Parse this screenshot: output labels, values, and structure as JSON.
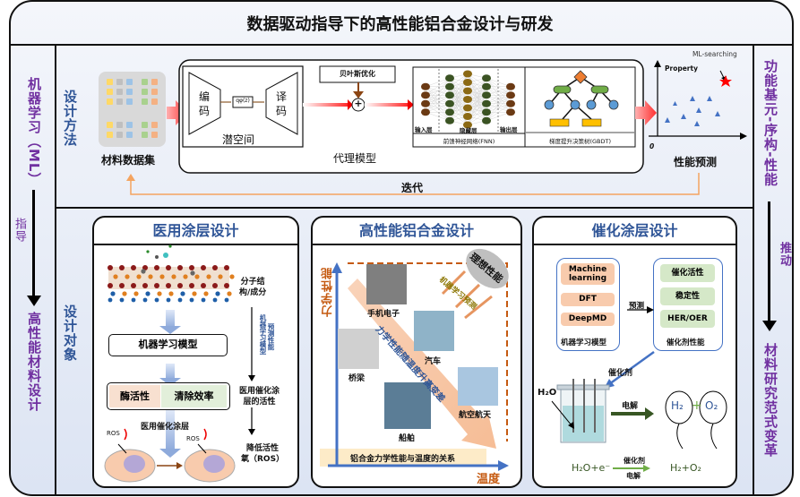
{
  "title": "数据驱动指导下的高性能铝合金设计与研发",
  "left": {
    "top": "机器学习（ML）",
    "arrow_label": "指导",
    "bottom": "高性能材料设计"
  },
  "right": {
    "top": "功能基元-序构-性能",
    "arrow_label": "推动",
    "bottom": "材料研究范式变革"
  },
  "sections": {
    "method": "设计方法",
    "object": "设计对象"
  },
  "method": {
    "dataset": "材料数据集",
    "encoder": "编码",
    "decoder": "译码",
    "latent_var": "qφ(z)",
    "latent_space": "潜空间",
    "bayes": "贝叶斯优化",
    "plus": "+",
    "surrogate": "代理模型",
    "fnn": {
      "input": "输入层",
      "hidden": "隐藏层",
      "output": "输出层",
      "name": "前馈神经网络(FNN)"
    },
    "gbdt": {
      "name": "梯度提升决策树(GBDT)"
    },
    "prediction": {
      "ylabel": "Property",
      "annotation": "ML-searching",
      "origin": "0",
      "label": "性能预测"
    },
    "iterate": "迭代"
  },
  "medical": {
    "title": "医用涂层设计",
    "ml_model": "机器学习模型",
    "enzyme": "酶活性",
    "clearance": "清除效率",
    "coating": "医用催化涂层",
    "ros": "ROS",
    "flow1": "分子结\n构/成分",
    "flow_side1": "机器学习模型",
    "flow_side2": "预测性能",
    "flow2": "医用催化涂\n层的活性",
    "flow3": "降低活性\n氧（ROS）"
  },
  "alloy": {
    "title": "高性能铝合金设计",
    "ylabel": "力学性能",
    "xlabel": "温度",
    "ideal": "理想性能",
    "ml_predict": "机器学习预测",
    "trend": "力学性能随温度升高变差",
    "apps": [
      "手机电子",
      "汽车",
      "桥梁",
      "船舶",
      "航空航天"
    ],
    "caption": "铝合金力学性能与温度的关系"
  },
  "catalyst": {
    "title": "催化涂层设计",
    "methods": [
      "Machine learning",
      "DFT",
      "DeepMD"
    ],
    "methods_label": "机器学习模型",
    "predict": "预测",
    "props": [
      "催化活性",
      "稳定性",
      "HER/OER"
    ],
    "props_label": "催化剂性能",
    "catalyst": "催化剂",
    "water": "H₂O",
    "electrolysis": "电解",
    "h2": "H₂",
    "plus": "+",
    "o2": "O₂",
    "eq_left": "H₂O+e⁻",
    "eq_top": "催化剂",
    "eq_bottom": "电解",
    "eq_right": "H₂+O₂"
  },
  "colors": {
    "purple": "#7030a0",
    "blue": "#2f5597",
    "orange": "#ed7d31",
    "red": "#ff0000",
    "bg": "#e4eaf6"
  }
}
